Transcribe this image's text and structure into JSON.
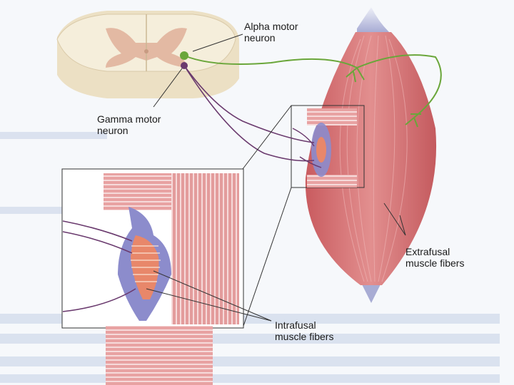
{
  "labels": {
    "alpha_motor_neuron": "Alpha motor\nneuron",
    "gamma_motor_neuron": "Gamma motor\nneuron",
    "extrafusal_muscle_fibers": "Extrafusal\nmuscle fibers",
    "intrafusal_muscle_fibers": "Intrafusal\nmuscle fibers"
  },
  "colors": {
    "background": "#f6f8fb",
    "muscle": "#d9787a",
    "muscle_stripe": "#f4d4d4",
    "spinal_cord": "#f3ead3",
    "grey_matter": "#e3b9a3",
    "alpha_nerve": "#6aa63a",
    "gamma_nerve": "#6a3a6e",
    "spindle_capsule": "#8c8ccc",
    "intrafusal_fiber": "#e8876a"
  }
}
